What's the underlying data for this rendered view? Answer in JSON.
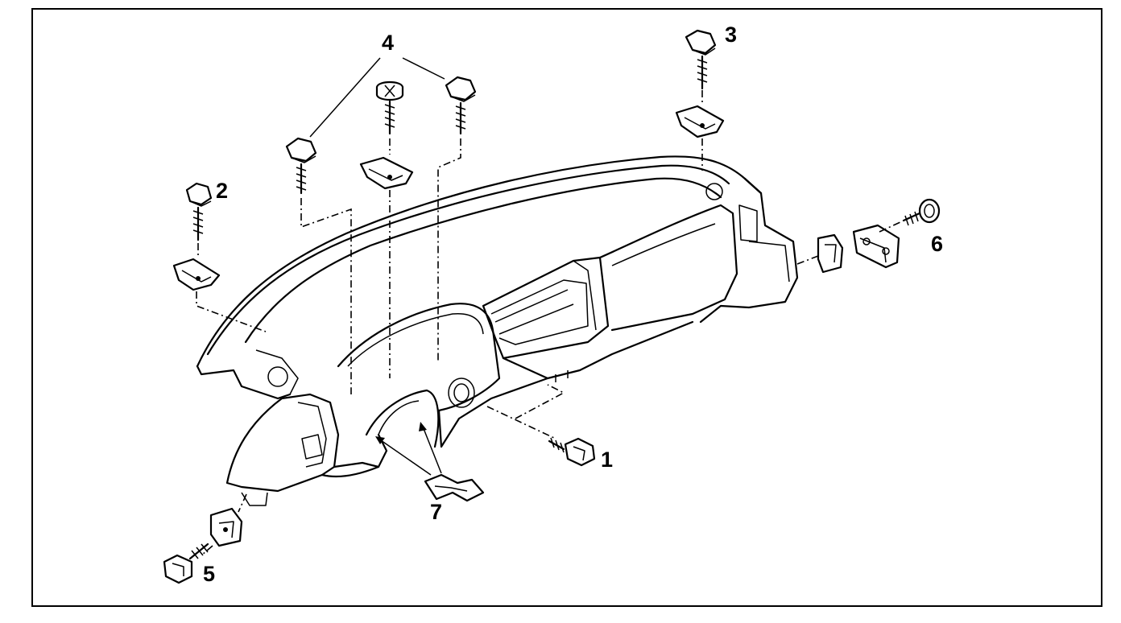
{
  "diagram": {
    "callouts": {
      "c1": "1",
      "c2": "2",
      "c3": "3",
      "c4": "4",
      "c5": "5",
      "c6": "6",
      "c7": "7"
    },
    "parts": [
      {
        "callout": "1",
        "kind": "hex-flange-bolt",
        "icon": "bolt-icon"
      },
      {
        "callout": "2",
        "kind": "hex-screw",
        "icon": "screw-icon"
      },
      {
        "callout": "3",
        "kind": "hex-screw",
        "icon": "screw-icon"
      },
      {
        "callout": "4",
        "kind": "screws (x3)",
        "icon": "screw-icon"
      },
      {
        "callout": "5",
        "kind": "hex-flange-bolt",
        "icon": "bolt-icon"
      },
      {
        "callout": "6",
        "kind": "trim-screw",
        "icon": "screw-icon"
      },
      {
        "callout": "7",
        "kind": "clip",
        "icon": "clip-icon"
      }
    ]
  }
}
